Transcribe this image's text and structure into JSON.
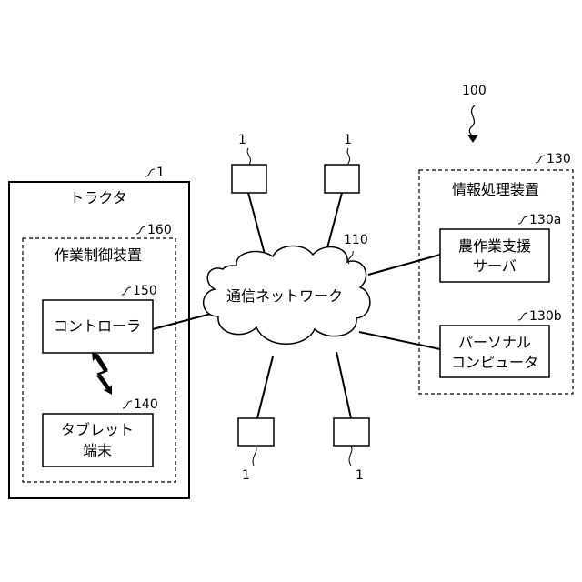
{
  "figure_ref": "100",
  "tractor": {
    "ref": "1",
    "title": "トラクタ",
    "work_control": {
      "ref": "160",
      "title": "作業制御装置",
      "controller": {
        "ref": "150",
        "label": "コントローラ"
      },
      "tablet": {
        "ref": "140",
        "line1": "タブレット",
        "line2": "端末"
      }
    }
  },
  "network": {
    "ref": "110",
    "label": "通信ネットワーク"
  },
  "info_processing": {
    "ref": "130",
    "title": "情報処理装置",
    "server": {
      "ref": "130a",
      "line1": "農作業支援",
      "line2": "サーバ"
    },
    "pc": {
      "ref": "130b",
      "line1": "パーソナル",
      "line2": "コンピュータ"
    }
  },
  "tractor_nodes": [
    "1",
    "1",
    "1",
    "1"
  ]
}
